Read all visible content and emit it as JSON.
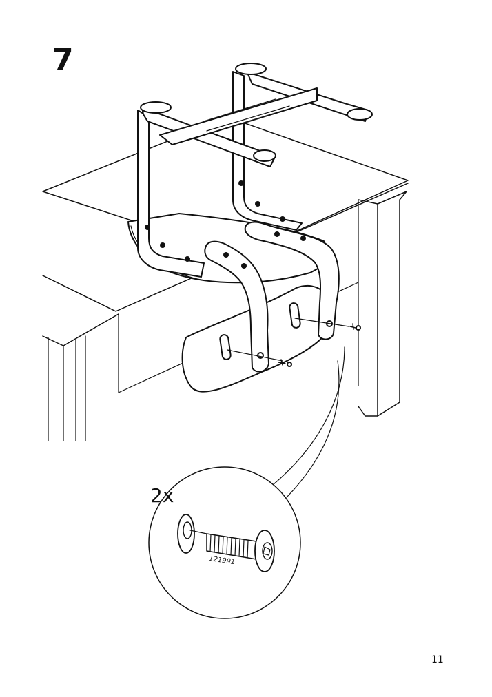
{
  "step": {
    "number": "7"
  },
  "callout": {
    "quantity": "2x",
    "part_code": "121991"
  },
  "page": {
    "number": "11"
  },
  "icons": [
    "chair-assembly-illustration",
    "bolt-icon",
    "washer-icon",
    "screw-icon"
  ]
}
